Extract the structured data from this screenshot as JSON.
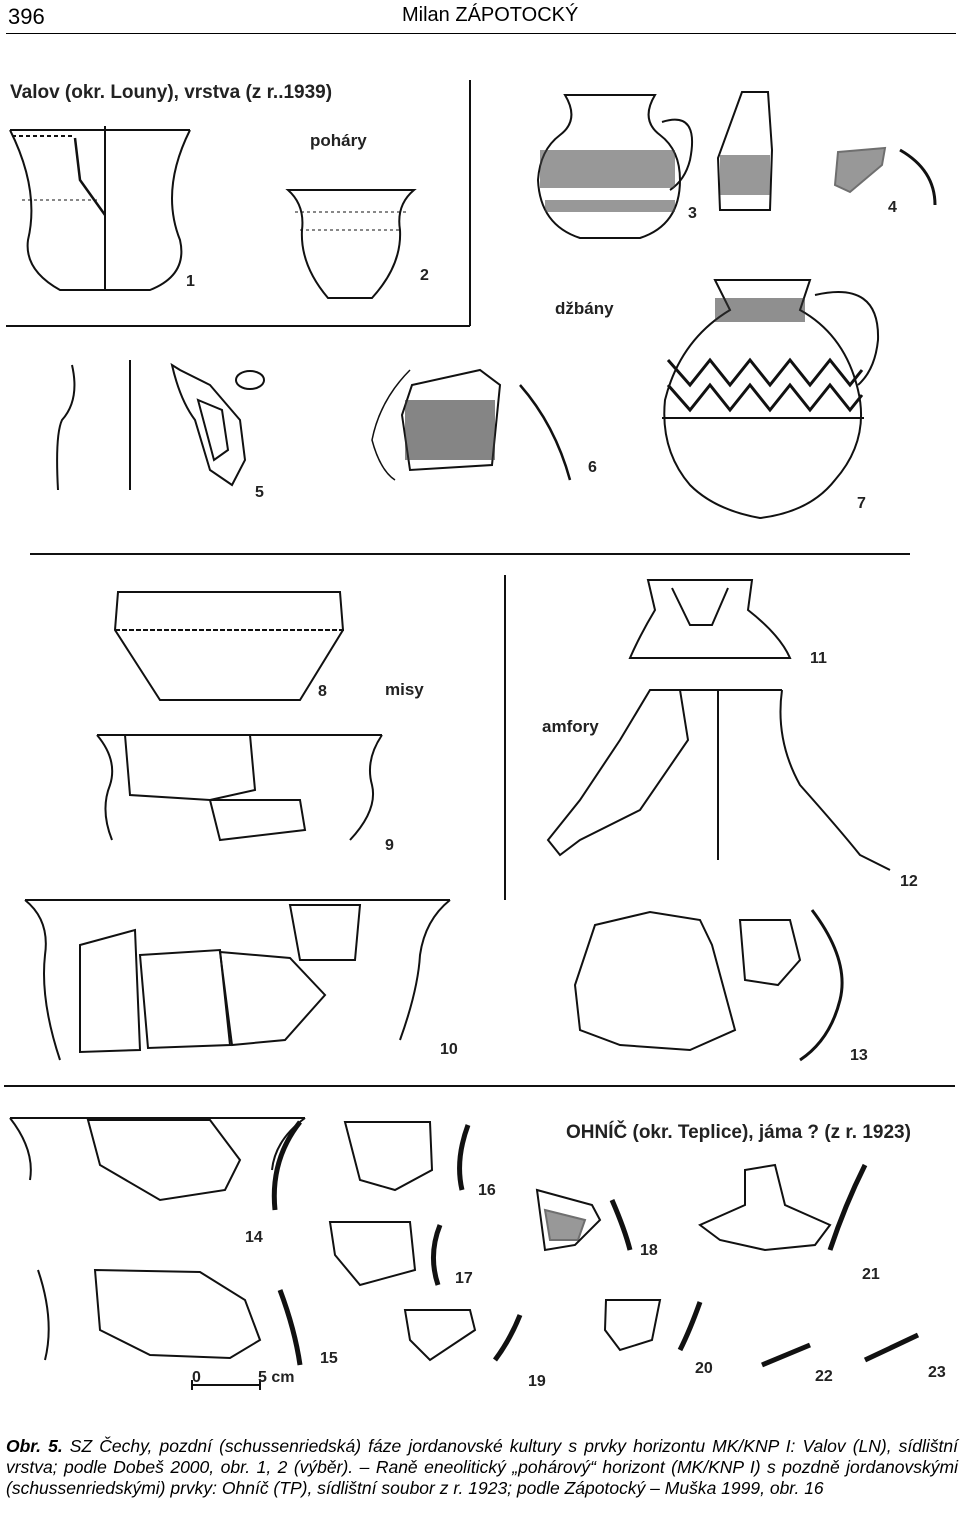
{
  "header": {
    "page_number": "396",
    "author": "Milan ZÁPOTOCKÝ"
  },
  "plate": {
    "site1_title": "Valov (okr. Louny), vrstva (z r..1939)",
    "site2_title": "OHNÍČ (okr. Teplice), jáma ? (z r. 1923)",
    "group_pohary": "poháry",
    "group_dzbany": "džbány",
    "group_misy": "misy",
    "group_amfory": "amfory",
    "scale_zero": "0",
    "scale_five": "5 cm",
    "numbers": [
      "1",
      "2",
      "3",
      "4",
      "5",
      "6",
      "7",
      "8",
      "9",
      "10",
      "11",
      "12",
      "13",
      "14",
      "15",
      "16",
      "17",
      "18",
      "19",
      "20",
      "21",
      "22",
      "23"
    ]
  },
  "caption": {
    "label": "Obr. 5.",
    "text": "SZ Čechy, pozdní (schussenriedská) fáze jordanovské kultury s prvky horizontu MK/KNP I: Valov (LN), sídlištní vrstva; podle Dobeš 2000, obr. 1, 2 (výběr). – Raně eneolitický „pohárový“ horizont (MK/KNP I) s pozdně jordanovskými (schussenriedskými) prvky: Ohníč (TP), sídlištní soubor z r. 1923; podle Zápotocký – Muška 1999, obr. 16"
  }
}
